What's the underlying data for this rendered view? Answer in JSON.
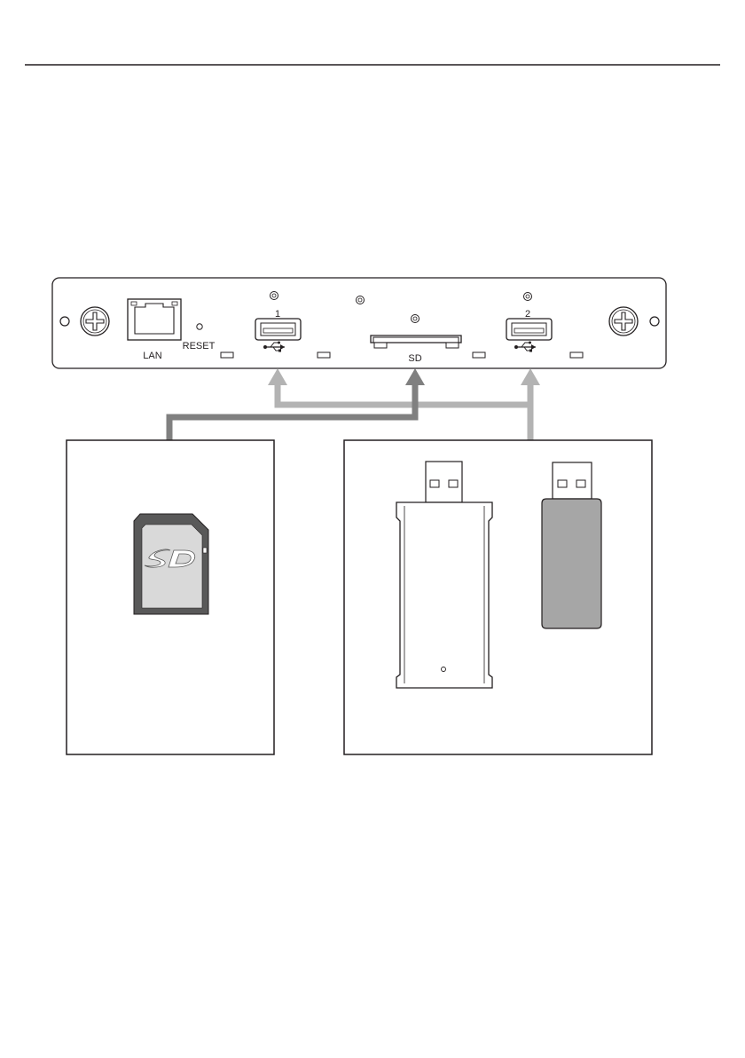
{
  "panel": {
    "lan_label": "LAN",
    "reset_label": "RESET",
    "usb1_label": "1",
    "usb2_label": "2",
    "sd_label": "SD"
  },
  "colors": {
    "line": "#231f20",
    "sd_arrow": "#808080",
    "usb_arrow": "#b3b3b3",
    "sd_card_dark": "#595959",
    "sd_card_light": "#d9d9d9",
    "usb_stick_body": "#a6a6a6"
  },
  "icons": {
    "screw": "phillips-screw-icon",
    "usb": "usb-trident-icon",
    "sd_logo": "sd-logo-icon"
  }
}
